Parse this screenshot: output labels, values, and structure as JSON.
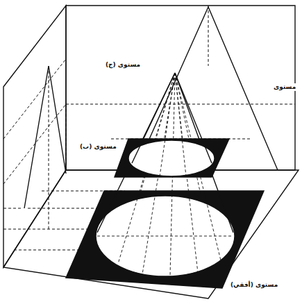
{
  "diagram": {
    "labels": [
      "مستوى (ج)",
      "مستوى (ب)",
      "مستوى",
      "مستوى (أفقي)"
    ]
  }
}
